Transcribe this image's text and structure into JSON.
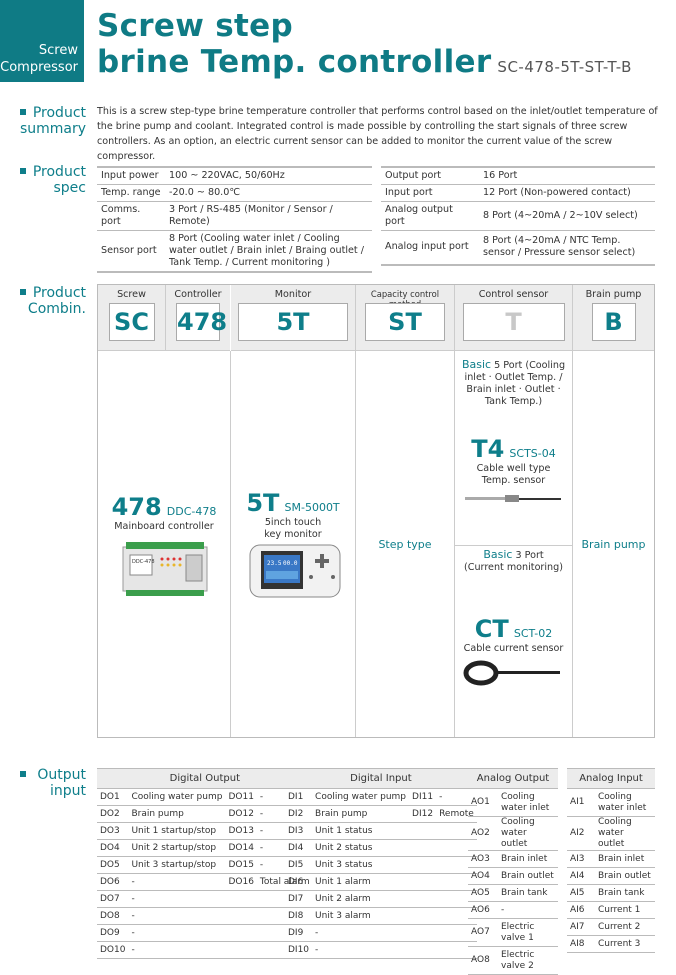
{
  "header": {
    "badge_line1": "Screw",
    "badge_line2": "Compressor",
    "title_line1": "Screw step",
    "title_line2": "brine Temp. controller",
    "model": "SC-478-5T-ST-T-B"
  },
  "summary": {
    "label_line1": "Product",
    "label_line2": "summary",
    "text": "This is a screw step-type brine temperature controller that performs control based on the inlet/outlet temperature of the brine pump and coolant. Integrated control is made possible by controlling the start signals of three screw controllers. As an option, an electric current sensor can be added to monitor the current value of the screw compressor."
  },
  "spec": {
    "label_line1": "Product",
    "label_line2": "spec",
    "left": [
      [
        "Input power",
        "100 ~ 220VAC, 50/60Hz"
      ],
      [
        "Temp. range",
        "-20.0 ~ 80.0℃"
      ],
      [
        "Comms. port",
        "3 Port / RS-485 (Monitor / Sensor / Remote)"
      ],
      [
        "Sensor port",
        "8 Port (Cooling water inlet / Cooling water outlet / Brain inlet / Braing outlet / Tank Temp. / Current monitoring )"
      ]
    ],
    "right": [
      [
        "Output port",
        "16 Port"
      ],
      [
        "Input port",
        "12 Port (Non-powered contact)"
      ],
      [
        "Analog output port",
        "8 Port (4~20mA / 2~10V select)"
      ],
      [
        "Analog input port",
        "8 Port (4~20mA / NTC Temp. sensor / Pressure sensor select)"
      ]
    ]
  },
  "combin": {
    "label_line1": "Product",
    "label_line2": "Combin.",
    "headers": [
      "Screw",
      "Controller",
      "Monitor",
      "Capacity control method",
      "Control sensor",
      "Brain pump"
    ],
    "codes": [
      "SC",
      "478",
      "5T",
      "ST",
      "T",
      "B"
    ],
    "controller": {
      "code": "478",
      "model": "DDC-478",
      "caption": "Mainboard controller",
      "device_text": "DDC-478"
    },
    "monitor": {
      "code": "5T",
      "model": "SM-5000T",
      "caption_line1": "5inch touch",
      "caption_line2": "key monitor",
      "screen_left": "23.5",
      "screen_right": "00.0"
    },
    "step": "Step type",
    "sensor": {
      "basic1": "Basic",
      "basic1_text": "5 Port (Cooling inlet · Outlet Temp. / Brain inlet · Outlet · Tank Temp.)",
      "t4_code": "T4",
      "t4_model": "SCTS-04",
      "t4_caption_line1": "Cable well type",
      "t4_caption_line2": "Temp. sensor",
      "basic2": "Basic",
      "basic2_text": "3 Port",
      "basic2_sub": "(Current monitoring)",
      "ct_code": "CT",
      "ct_model": "SCT-02",
      "ct_caption": "Cable current sensor"
    },
    "pump": "Brain pump"
  },
  "io": {
    "label_line1": "Output",
    "label_line2": "input",
    "do_title": "Digital Output",
    "do_rows": [
      [
        "DO1",
        "Cooling water pump",
        "DO11",
        "-"
      ],
      [
        "DO2",
        "Brain pump",
        "DO12",
        "-"
      ],
      [
        "DO3",
        "Unit 1 startup/stop",
        "DO13",
        "-"
      ],
      [
        "DO4",
        "Unit 2 startup/stop",
        "DO14",
        "-"
      ],
      [
        "DO5",
        "Unit 3 startup/stop",
        "DO15",
        "-"
      ],
      [
        "DO6",
        "-",
        "DO16",
        "Total alarm"
      ],
      [
        "DO7",
        "-",
        "",
        ""
      ],
      [
        "DO8",
        "-",
        "",
        ""
      ],
      [
        "DO9",
        "-",
        "",
        ""
      ],
      [
        "DO10",
        "-",
        "",
        ""
      ]
    ],
    "di_title": "Digital Input",
    "di_rows": [
      [
        "DI1",
        "Cooling water pump",
        "DI11",
        "-"
      ],
      [
        "DI2",
        "Brain pump",
        "DI12",
        "Remote"
      ],
      [
        "DI3",
        "Unit 1 status",
        "",
        ""
      ],
      [
        "DI4",
        "Unit 2 status",
        "",
        ""
      ],
      [
        "DI5",
        "Unit 3 status",
        "",
        ""
      ],
      [
        "DI6",
        "Unit 1 alarm",
        "",
        ""
      ],
      [
        "DI7",
        "Unit 2 alarm",
        "",
        ""
      ],
      [
        "DI8",
        "Unit 3 alarm",
        "",
        ""
      ],
      [
        "DI9",
        "-",
        "",
        ""
      ],
      [
        "DI10",
        "-",
        "",
        ""
      ]
    ],
    "ao_title": "Analog Output",
    "ao_rows": [
      [
        "AO1",
        "Cooling water inlet"
      ],
      [
        "AO2",
        "Cooling water outlet"
      ],
      [
        "AO3",
        "Brain inlet"
      ],
      [
        "AO4",
        "Brain outlet"
      ],
      [
        "AO5",
        "Brain tank"
      ],
      [
        "AO6",
        "-"
      ],
      [
        "AO7",
        "Electric valve 1"
      ],
      [
        "AO8",
        "Electric valve 2"
      ]
    ],
    "ai_title": "Analog Input",
    "ai_rows": [
      [
        "AI1",
        "Cooling water inlet"
      ],
      [
        "AI2",
        "Cooling water outlet"
      ],
      [
        "AI3",
        "Brain inlet"
      ],
      [
        "AI4",
        "Brain outlet"
      ],
      [
        "AI5",
        "Brain tank"
      ],
      [
        "AI6",
        "Current 1"
      ],
      [
        "AI7",
        "Current 2"
      ],
      [
        "AI8",
        "Current 3"
      ]
    ]
  }
}
